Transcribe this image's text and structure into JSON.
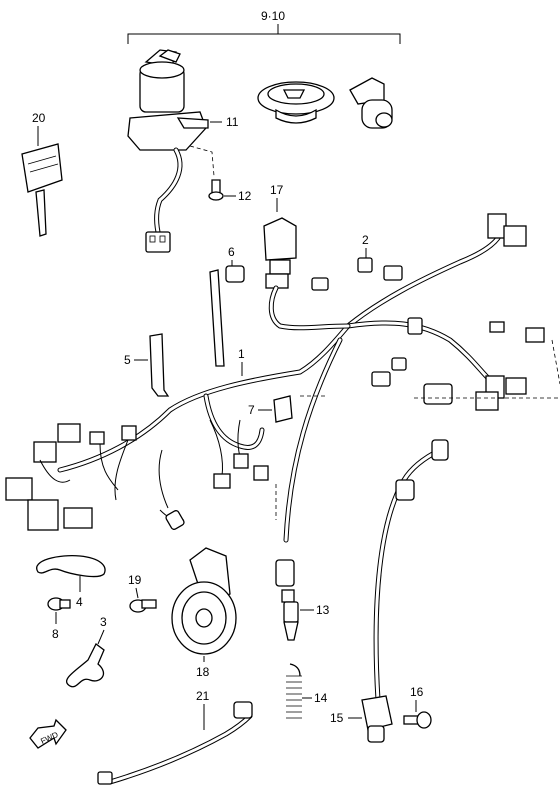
{
  "callouts": {
    "p9_10": "9·10",
    "p20": "20",
    "p11": "11",
    "p12": "12",
    "p17": "17",
    "p2": "2",
    "p6": "6",
    "p5": "5",
    "p1": "1",
    "p7": "7",
    "p19": "19",
    "p4": "4",
    "p8": "8",
    "p3": "3",
    "p13": "13",
    "p18": "18",
    "p14": "14",
    "p21": "21",
    "p16": "16",
    "p15": "15"
  },
  "direction_arrow": "FWD"
}
